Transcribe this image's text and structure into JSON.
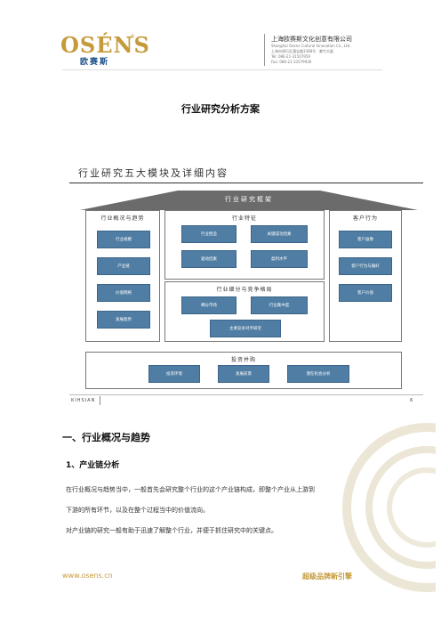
{
  "header": {
    "logo_word": "OSÉNS",
    "logo_registered": "®",
    "logo_cn": "欧赛斯",
    "company_name": "上海欧赛斯文化创意有限公司",
    "company_line_1": "Shanghai Osens Cultural Innovation Co., Ltd.",
    "company_line_2": "上海市闵行区漕宝路3388号 · 紫竹大厦",
    "company_line_3": "Tel: 086-21-31507959",
    "company_line_4": "Fax: 086-21-33579930"
  },
  "doc_title": "行业研究分析方案",
  "figure": {
    "title": "行业研究五大模块及详细内容",
    "roof_label": "行业研究框架",
    "panels": {
      "overview": {
        "title": "行业概况与趋势",
        "items": [
          "行业规模",
          "产业链",
          "价值网络",
          "发展趋势"
        ]
      },
      "features": {
        "title": "行业特征",
        "items": [
          "行业壁垒",
          "关键成功因素",
          "驱动因素",
          "盈利水平"
        ]
      },
      "segments": {
        "title": "行业细分与竞争格局",
        "items": [
          "细分市场",
          "行业集中度",
          "主要竞争对手研究"
        ]
      },
      "customer": {
        "title": "客户行为",
        "items": [
          "客户画像",
          "客户行为与偏好",
          "客户价值"
        ]
      },
      "investment": {
        "title": "投资并购",
        "items": [
          "投资环境",
          "发展前景",
          "潜在机会分析"
        ]
      }
    },
    "brand": "KIHSIAN",
    "page": "6"
  },
  "body": {
    "h1": "一、行业概况与趋势",
    "h2": "1、产业链分析",
    "para_1": "在行业概况与趋势当中，一般首先会研究整个行业的这个产业链构成，即整个产业从上游到",
    "para_2": "下游的所有环节，以及在整个过程当中的价值流向。",
    "para_3": "对产业链的研究一般有助于迅速了解整个行业，并便于抓住研究中的关键点。"
  },
  "footer": {
    "url": "www.osens.cn",
    "slogan": "超级品牌新引擎"
  },
  "colors": {
    "brand_gold": "#c59a3a",
    "module_blue": "#4f7da3",
    "roof_gray": "#6b6b6b"
  }
}
